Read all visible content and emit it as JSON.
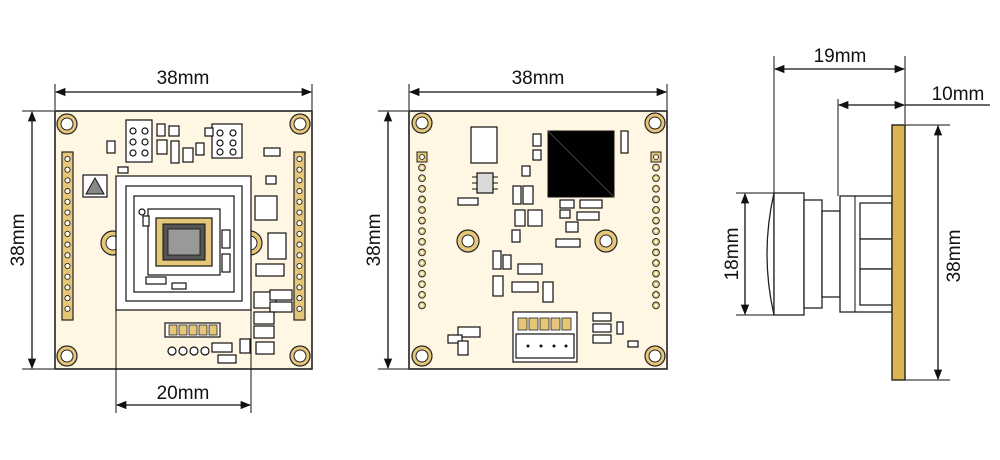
{
  "front_view": {
    "width_label": "38mm",
    "height_label": "38mm",
    "lens_mount_label": "20mm"
  },
  "back_view": {
    "width_label": "38mm",
    "height_label": "38mm"
  },
  "side_view": {
    "total_depth_label": "19mm",
    "lens_depth_label": "10mm",
    "lens_diameter_label": "18mm",
    "board_height_label": "38mm"
  },
  "colors": {
    "board": "#fff6e4",
    "pads": "#e6c77a",
    "board_edge": "#d9b54f",
    "chip": "#000000"
  }
}
